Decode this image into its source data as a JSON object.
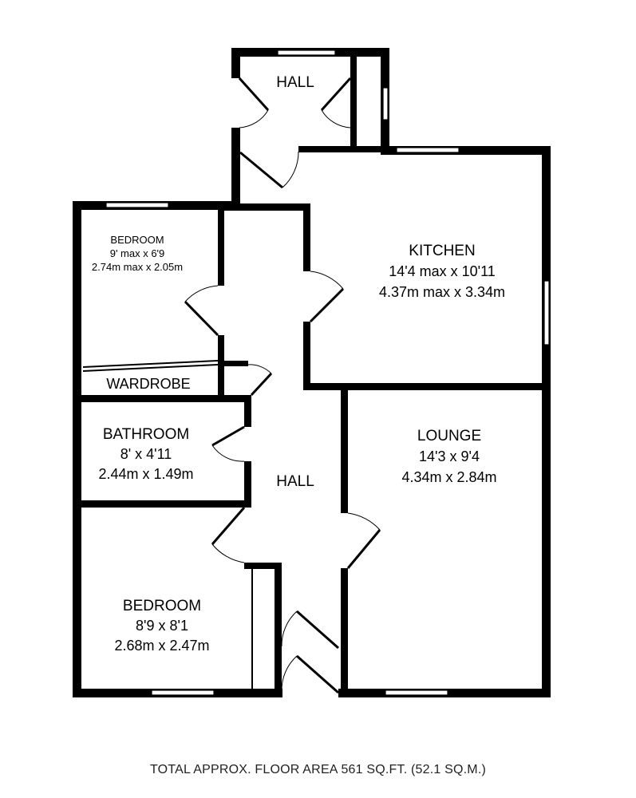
{
  "rooms": {
    "hall_top": {
      "name": "HALL"
    },
    "kitchen": {
      "name": "KITCHEN",
      "imperial": "14'4 max x 10'11",
      "metric": "4.37m max x 3.34m"
    },
    "bedroom_small": {
      "name": "BEDROOM",
      "imperial": "9' max x 6'9",
      "metric": "2.74m max x 2.05m"
    },
    "wardrobe": {
      "name": "WARDROBE"
    },
    "bathroom": {
      "name": "BATHROOM",
      "imperial": "8' x 4'11",
      "metric": "2.44m x 1.49m"
    },
    "hall_main": {
      "name": "HALL"
    },
    "lounge": {
      "name": "LOUNGE",
      "imperial": "14'3 x 9'4",
      "metric": "4.34m x 2.84m"
    },
    "bedroom_large": {
      "name": "BEDROOM",
      "imperial": "8'9 x 8'1",
      "metric": "2.68m x 2.47m"
    }
  },
  "footer": {
    "total_area": "TOTAL APPROX. FLOOR AREA 561 SQ.FT. (52.1 SQ.M.)"
  }
}
